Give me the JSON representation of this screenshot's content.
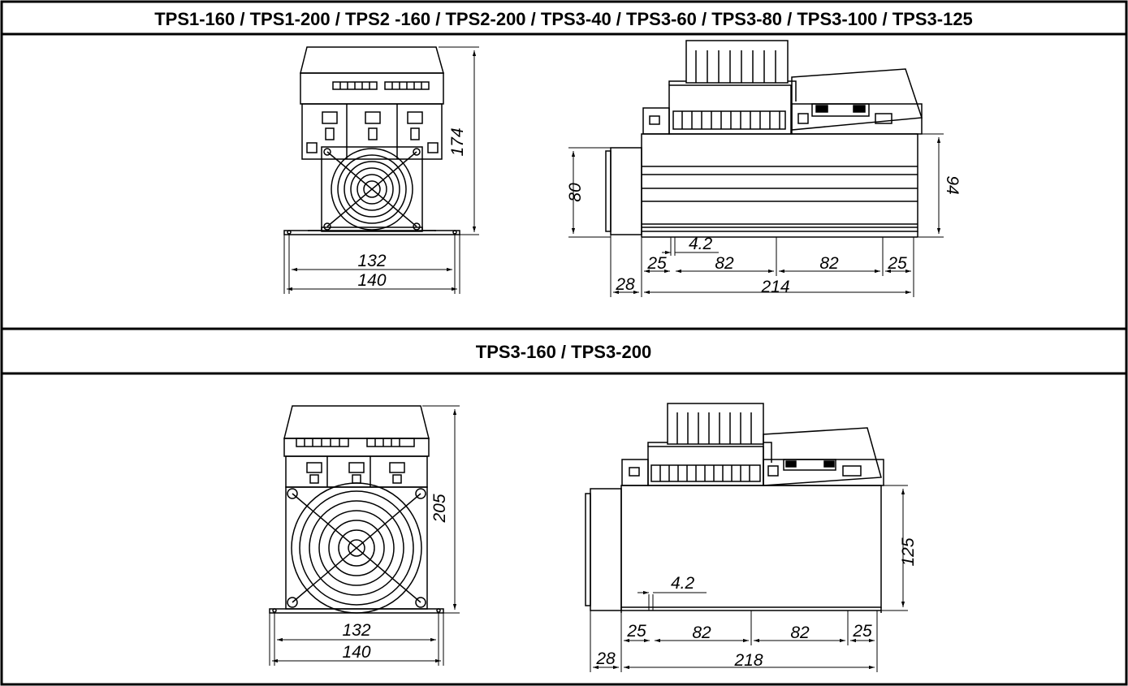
{
  "section1": {
    "title": "TPS1-160 / TPS1-200 / TPS2 -160 / TPS2-200 / TPS3-40 / TPS3-60 / TPS3-80 / TPS3-100 / TPS3-125",
    "front": {
      "height": "174",
      "inner_width": "132",
      "outer_width": "140"
    },
    "side": {
      "left_height": "80",
      "right_height": "94",
      "hole": "4.2",
      "seg_a": "25",
      "seg_b": "82",
      "seg_c": "82",
      "seg_d": "25",
      "offset": "28",
      "length": "214"
    }
  },
  "section2": {
    "title": "TPS3-160 / TPS3-200",
    "front": {
      "height": "205",
      "inner_width": "132",
      "outer_width": "140"
    },
    "side": {
      "right_height": "125",
      "hole": "4.2",
      "seg_a": "25",
      "seg_b": "82",
      "seg_c": "82",
      "seg_d": "25",
      "offset": "28",
      "length": "218"
    }
  }
}
